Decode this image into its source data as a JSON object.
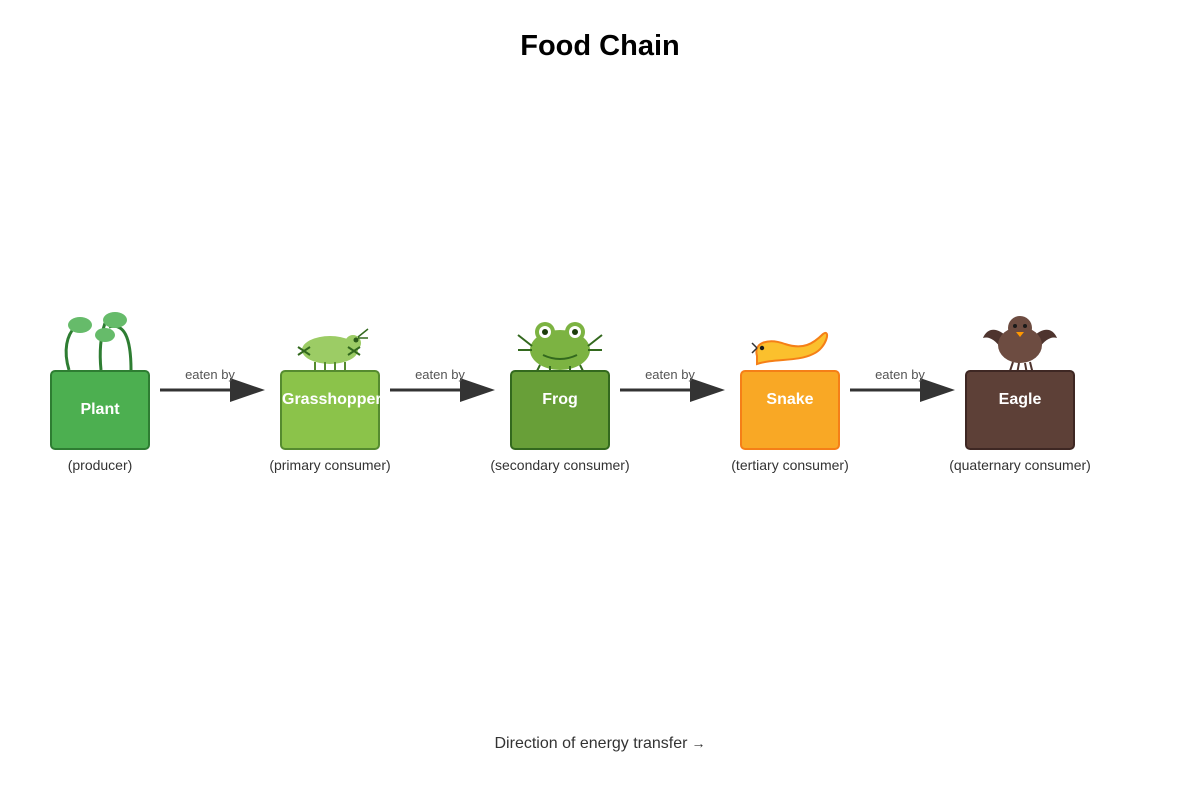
{
  "title": "Food Chain",
  "organisms": [
    {
      "name": "Plant",
      "role": "(producer)",
      "icon": "plant-icon",
      "fill": "#4caf50",
      "border": "#2e7d32"
    },
    {
      "name": "Grasshopper",
      "role": "(primary consumer)",
      "icon": "grasshopper-icon",
      "fill": "#8bc34a",
      "border": "#558b2f"
    },
    {
      "name": "Frog",
      "role": "(secondary consumer)",
      "icon": "frog-icon",
      "fill": "#689f38",
      "border": "#33691e"
    },
    {
      "name": "Snake",
      "role": "(tertiary consumer)",
      "icon": "snake-icon",
      "fill": "#f9a825",
      "border": "#f57f17"
    },
    {
      "name": "Eagle",
      "role": "(quaternary consumer)",
      "icon": "eagle-icon",
      "fill": "#5d4037",
      "border": "#3e2723"
    }
  ],
  "arrows": [
    {
      "label": "eaten by"
    },
    {
      "label": "eaten by"
    },
    {
      "label": "eaten by"
    },
    {
      "label": "eaten by"
    }
  ],
  "footer": {
    "text": "Direction of energy transfer",
    "arrow": "→"
  }
}
